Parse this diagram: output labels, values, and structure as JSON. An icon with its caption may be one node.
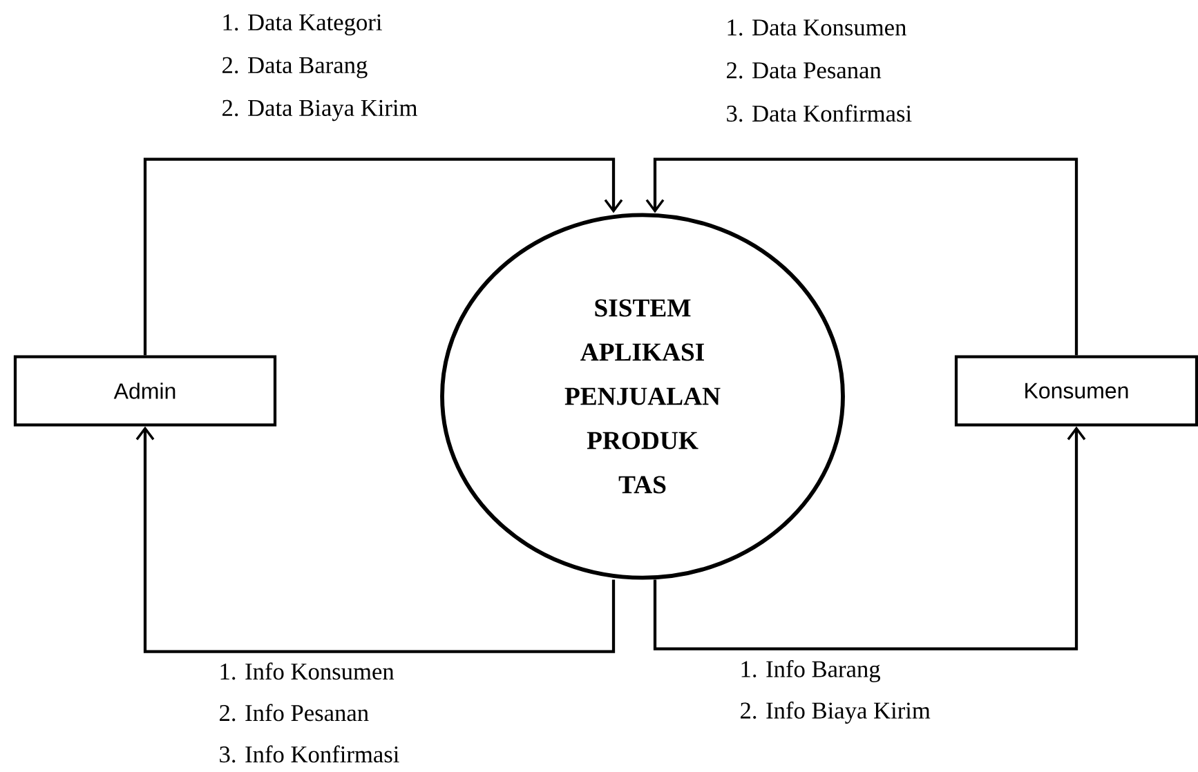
{
  "diagram": {
    "nodes": [
      {
        "text": [
          "Admin"
        ]
      },
      {
        "text": [
          "SISTEM APLIKASI PENJUALAN PRODUK TAS"
        ]
      },
      {
        "text": [
          "Konsumen"
        ]
      }
    ],
    "edges": [
      {
        "from": 0,
        "to": 1,
        "arrow": "to"
      },
      {
        "from": 2,
        "to": 1,
        "arrow": "to"
      },
      {
        "from": 1,
        "to": 0,
        "arrow": "to"
      },
      {
        "from": 1,
        "to": 2,
        "arrow": "to"
      }
    ],
    "labels": [
      "1. Data Kategori",
      "2. Data Barang",
      "2. Data Biaya Kirim",
      "1. Data Konsumen",
      "2. Data Pesanan",
      "3. Data Konfirmasi",
      "1. Info Konsumen",
      "2. Info Pesanan",
      "3. Info Konfirmasi",
      "1. Info Barang",
      "2. Info Biaya Kirim"
    ]
  }
}
